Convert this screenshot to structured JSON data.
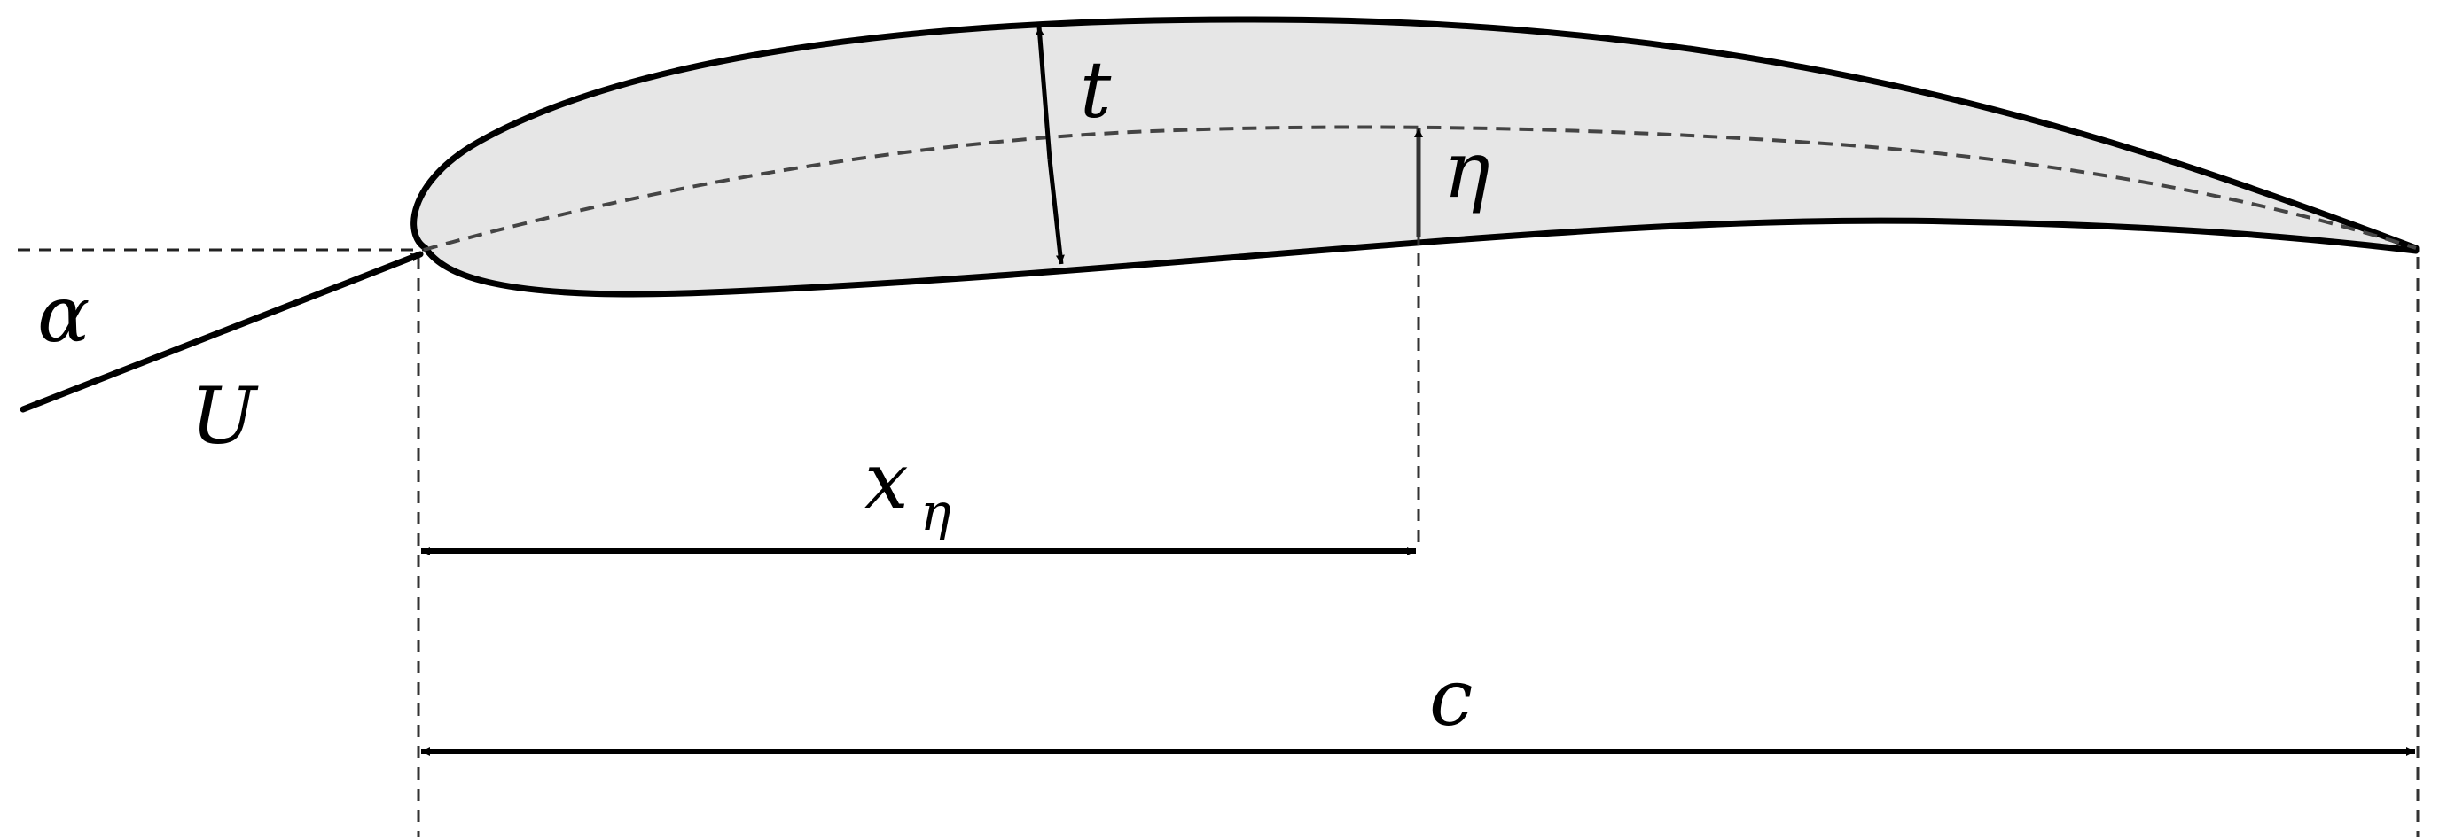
{
  "diagram": {
    "labels": {
      "alpha": "α",
      "velocity": "U",
      "thickness": "t",
      "camber": "η",
      "camber_position_base": "x",
      "camber_position_sub": "η",
      "chord": "c"
    },
    "colors": {
      "outline": "#000000",
      "fill": "#e6e6e6",
      "camber_line": "#444444",
      "guide": "#222222"
    }
  }
}
